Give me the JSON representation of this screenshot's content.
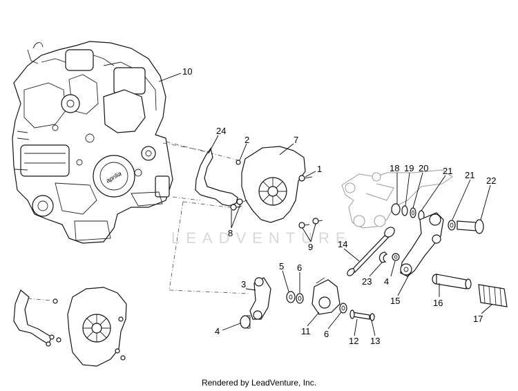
{
  "callouts": {
    "c1": "1",
    "c2": "2",
    "c3": "3",
    "c4a": "4",
    "c4b": "4",
    "c5": "5",
    "c6a": "6",
    "c6b": "6",
    "c7": "7",
    "c8": "8",
    "c9": "9",
    "c10": "10",
    "c11": "11",
    "c12": "12",
    "c13": "13",
    "c14": "14",
    "c15": "15",
    "c16": "16",
    "c17": "17",
    "c18": "18",
    "c19": "19",
    "c20": "20",
    "c21a": "21",
    "c21b": "21",
    "c22": "22",
    "c23": "23",
    "c24": "24"
  },
  "engine_logo": "aprilia",
  "watermark": "LEADVENTURE",
  "footer": "Rendered by LeadVenture, Inc."
}
